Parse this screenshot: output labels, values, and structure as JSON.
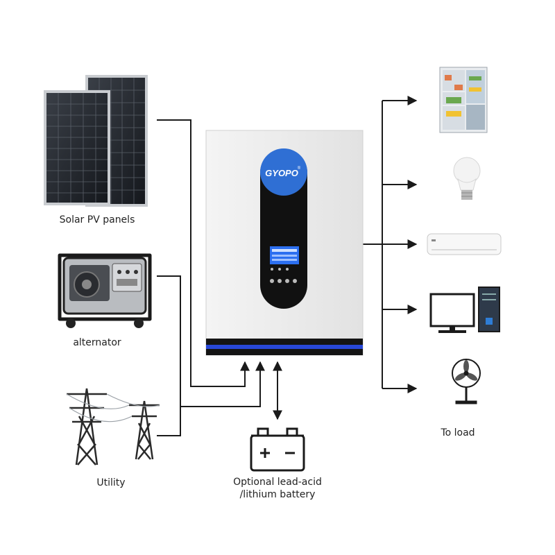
{
  "sources": {
    "solar": {
      "label": "Solar PV panels",
      "icon": "solar-panel-icon"
    },
    "generator": {
      "label": "alternator",
      "icon": "generator-icon"
    },
    "utility": {
      "label": "Utility",
      "icon": "power-tower-icon"
    }
  },
  "inverter": {
    "brand": "GYOPO",
    "brand_mark": "®",
    "icon": "inverter-icon",
    "colors": {
      "body": "#ececec",
      "panel": "#111111",
      "logo_circle": "#2f6fd4",
      "screen": "#2c6ff0",
      "stripe": "#2848d8"
    }
  },
  "battery": {
    "label_line1": "Optional lead-acid",
    "label_line2": "/lithium battery",
    "icon": "battery-icon"
  },
  "loads": {
    "label": "To load",
    "items": [
      {
        "name": "refrigerator",
        "icon": "refrigerator-icon"
      },
      {
        "name": "light bulb",
        "icon": "light-bulb-icon"
      },
      {
        "name": "air conditioner",
        "icon": "air-conditioner-icon"
      },
      {
        "name": "computer",
        "icon": "computer-icon"
      },
      {
        "name": "fan",
        "icon": "fan-icon"
      }
    ]
  }
}
